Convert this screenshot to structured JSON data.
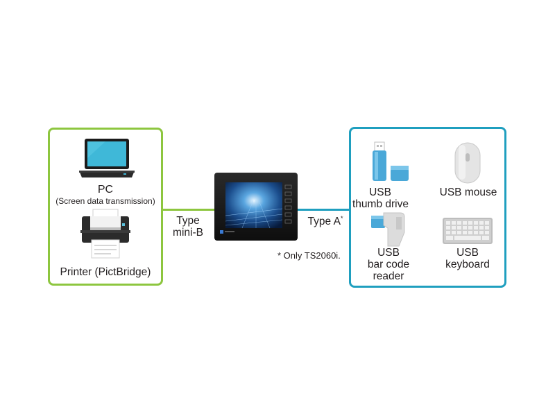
{
  "colors": {
    "left_accent": "#8dc63f",
    "right_accent": "#1f9fbf",
    "usb_device_blue": "#4aa8d8",
    "device_body": "#1a1a1a"
  },
  "left_panel": {
    "pc": {
      "title": "PC",
      "subtitle": "(Screen data transmission)",
      "icon": "laptop-icon"
    },
    "printer": {
      "title": "Printer (PictBridge)",
      "icon": "printer-icon"
    }
  },
  "connections": {
    "left_type_line1": "Type",
    "left_type_line2": "mini-B",
    "right_type": "Type A",
    "right_type_mark": "*",
    "footnote": "* Only TS2060i."
  },
  "center_device": {
    "icon": "touchscreen-hmi-icon"
  },
  "right_panel": {
    "thumb_drive": {
      "line1": "USB",
      "line2": "thumb drive",
      "icon": "usb-thumb-drive-icon"
    },
    "mouse": {
      "label": "USB mouse",
      "icon": "mouse-icon"
    },
    "barcode": {
      "line1": "USB",
      "line2": "bar code",
      "line3": "reader",
      "icon": "barcode-reader-icon"
    },
    "keyboard": {
      "line1": "USB",
      "line2": "keyboard",
      "icon": "keyboard-icon"
    }
  }
}
